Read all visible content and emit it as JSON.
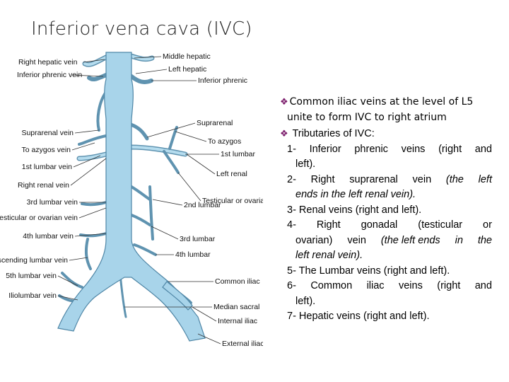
{
  "title": "Inferior vena cava (IVC)",
  "labels": {
    "right_hepatic_vein": "Right hepatic vein",
    "inferior_phrenic_vein": "Inferior phrenic vein",
    "middle_hepatic": "Middle hepatic",
    "left_hepatic": "Left hepatic",
    "inferior_phrenic": "Inferior phrenic",
    "suprarenal": "Suprarenal",
    "suprarenal_vein": "Suprarenal vein",
    "to_azygos": "To azygos",
    "to_azygos_vein": "To azygos vein",
    "first_lumbar": "1st lumbar",
    "first_lumbar_vein": "1st lumbar vein",
    "left_renal": "Left renal",
    "right_renal_vein": "Right renal vein",
    "third_lumbar_vein": "3rd lumbar vein",
    "testicular_or_ovarian": "Testicular or ovarian",
    "testicular_or_ovarian_vein": "Testicular or ovarian vein",
    "second_lumbar": "2nd lumbar",
    "fourth_lumbar_vein": "4th lumbar vein",
    "third_lumbar": "3rd lumbar",
    "fourth_lumbar": "4th lumbar",
    "ascending_lumbar_vein": "Ascending lumbar vein",
    "fifth_lumbar_vein": "5th lumbar vein",
    "common_iliac": "Common iliac",
    "iliolumbar_vein": "Iliolumbar vein",
    "median_sacral": "Median sacral",
    "internal_iliac": "Internal iliac",
    "external_iliac": "External iliac"
  },
  "notes": {
    "head_line1": "Common iliac veins at the level of L5",
    "head_line2": "unite to form IVC to right atrium",
    "head2": "Tributaries of IVC:",
    "i1a": [
      "1-",
      "Inferior",
      "phrenic",
      "veins",
      "(right",
      "and"
    ],
    "i1b": "left).",
    "i2a": [
      "2-",
      "Right",
      "suprarenal",
      "vein",
      "(the",
      "left"
    ],
    "i2b": "ends in the left renal vein).",
    "i3": "3- Renal veins (right and left).",
    "i4a": [
      "4-",
      "Right",
      "gonadal",
      "(testicular",
      "or"
    ],
    "i4b": [
      "ovarian)",
      "vein",
      "(the left ends",
      "in",
      "the"
    ],
    "i4c": "left renal vein).",
    "i5": "5- The Lumbar veins (right and left).",
    "i6a": [
      "6-",
      "Common",
      "iliac",
      "veins",
      "(right",
      "and"
    ],
    "i6b": "left).",
    "i7": "7- Hepatic veins (right and left)."
  },
  "colors": {
    "vein_fill": "#a8d4ea",
    "vein_stroke": "#4f86a6",
    "bullet": "#7a1a6a"
  }
}
